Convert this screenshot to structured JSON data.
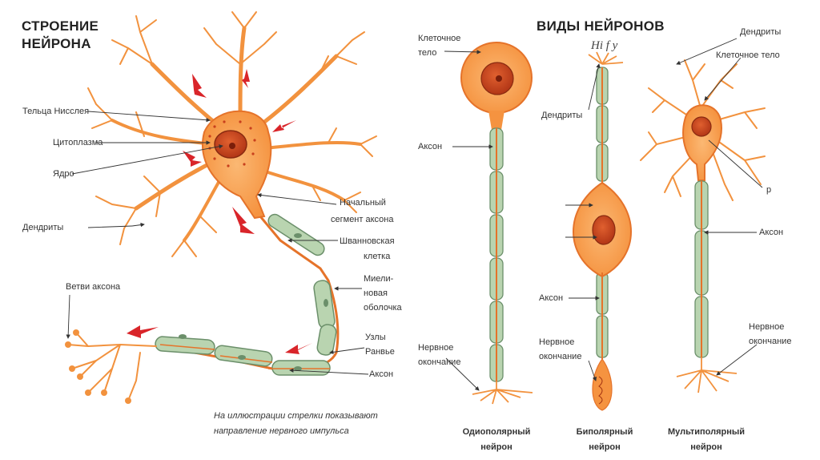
{
  "left": {
    "title_line1": "СТРОЕНИЕ",
    "title_line2": "НЕЙРОНА",
    "labels": {
      "nissl": "Тельца Нисслея",
      "cytoplasm": "Цитоплазма",
      "nucleus": "Ядро",
      "dendrites": "Дендриты",
      "axon_branches": "Ветви аксона",
      "initial_seg_1": "Начальный",
      "initial_seg_2": "сегмент аксона",
      "schwann_1": "Шванновская",
      "schwann_2": "клетка",
      "myelin_1": "Миели-",
      "myelin_2": "новая",
      "myelin_3": "оболочка",
      "ranvier_1": "Узлы",
      "ranvier_2": "Ранвье",
      "axon": "Аксон"
    },
    "note_line1": "На иллюстрации стрелки показывают",
    "note_line2": "направление нервного импульса"
  },
  "right": {
    "title": "ВИДЫ НЕЙРОНОВ",
    "handwriting": "Hi f y",
    "uni": {
      "cell_body_1": "Клеточное",
      "cell_body_2": "тело",
      "axon": "Аксон",
      "ending_1": "Нервное",
      "ending_2": "окончание",
      "name_1": "Одиополярный",
      "name_2": "нейрон"
    },
    "bi": {
      "dendrites": "Дендриты",
      "axon": "Аксон",
      "ending_1": "Нервное",
      "ending_2": "окончание",
      "name_1": "Биполярный",
      "name_2": "нейрон"
    },
    "multi": {
      "dendrites": "Дендриты",
      "cell_body": "Клеточное тело",
      "axon": "Аксон",
      "ending_1": "Нервное",
      "ending_2": "окончание",
      "name_1": "Мультиполярный",
      "name_2": "нейрон",
      "cut_letter": "р"
    }
  },
  "colors": {
    "cell_fill": "#f7a04a",
    "cell_stroke": "#e5732a",
    "nucleus": "#c8401d",
    "myelin": "#b9d4b0",
    "myelin_stroke": "#6b8f6a",
    "arrow": "#d9252a"
  }
}
